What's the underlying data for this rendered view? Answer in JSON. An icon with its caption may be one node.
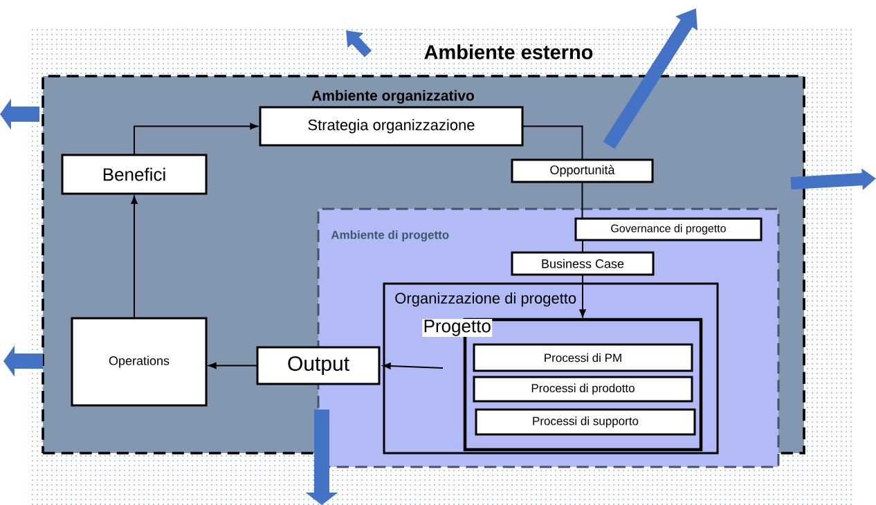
{
  "diagram": {
    "nodes": [
      {
        "text": [
          "Ambiente esterno"
        ]
      },
      {
        "text": [
          "Ambiente organizzativo"
        ],
        "in": 0
      },
      {
        "text": [
          "Ambiente di progetto"
        ],
        "in": 1
      },
      {
        "text": [
          "Strategia organizzazione"
        ],
        "in": 1
      },
      {
        "text": [
          "Benefici"
        ],
        "in": 1
      },
      {
        "text": [
          "Opportunità"
        ],
        "in": 1
      },
      {
        "text": [
          "Governance di progetto"
        ],
        "in": 2
      },
      {
        "text": [
          "Business Case"
        ],
        "in": 2
      },
      {
        "text": [
          "Organizzazione di progetto"
        ],
        "in": 2
      },
      {
        "text": [
          "Progetto"
        ],
        "in": 8
      },
      {
        "text": [
          "Processi di PM"
        ],
        "in": 9
      },
      {
        "text": [
          "Processi di prodotto"
        ],
        "in": 9
      },
      {
        "text": [
          "Processi di supporto"
        ],
        "in": 9
      },
      {
        "text": [
          "Operations"
        ],
        "in": 1
      },
      {
        "text": [
          "Output"
        ],
        "in": 1
      }
    ],
    "edges": [
      {
        "from": 4,
        "to": 3,
        "arrow": "to"
      },
      {
        "from": 3,
        "to": 5,
        "arrow": "none"
      },
      {
        "from": 5,
        "to": 6,
        "arrow": "none"
      },
      {
        "from": 6,
        "to": 7,
        "arrow": "none"
      },
      {
        "from": 7,
        "to": 9,
        "arrow": "to"
      },
      {
        "from": 13,
        "to": 4,
        "arrow": "to"
      },
      {
        "from": 14,
        "to": 13,
        "arrow": "to"
      },
      {
        "from": null,
        "to": 14,
        "arrow": "to"
      }
    ]
  }
}
